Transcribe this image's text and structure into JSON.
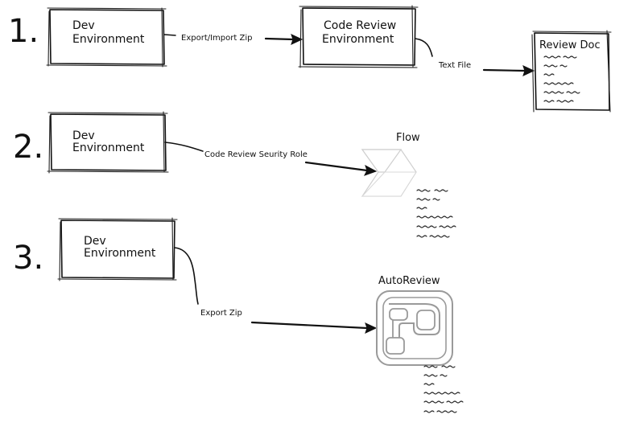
{
  "steps": [
    {
      "number": "1.",
      "source_box": {
        "line1": "Dev",
        "line2": "Environment"
      },
      "edge_label_1": "Export/Import Zip",
      "target_box": {
        "line1": "Code Review",
        "line2": "Environment"
      },
      "edge_label_2": "Text File",
      "doc_title": "Review Doc"
    },
    {
      "number": "2.",
      "source_box": {
        "line1": "Dev",
        "line2": "Environment"
      },
      "edge_label": "Code Review Seurity Role",
      "target_title": "Flow",
      "target_icon": "power-automate-logo"
    },
    {
      "number": "3.",
      "source_box": {
        "line1": "Dev",
        "line2": "Environment"
      },
      "edge_label": "Export Zip",
      "target_title": "AutoReview",
      "target_icon": "autoreview-logo"
    }
  ]
}
